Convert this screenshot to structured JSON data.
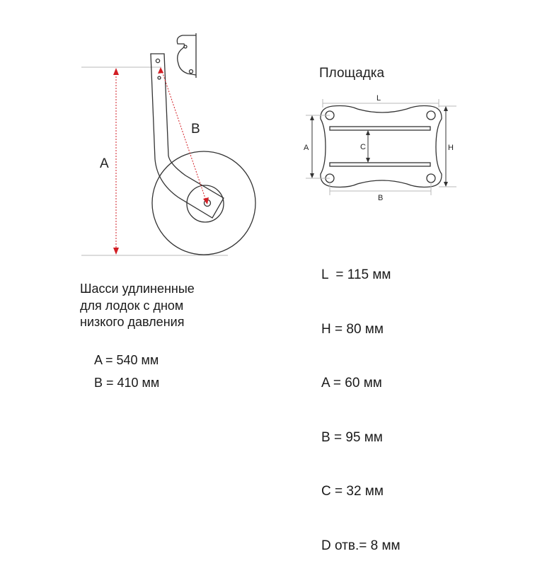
{
  "wheel_diagram": {
    "label_a": "A",
    "label_b": "B",
    "description_lines": [
      "Шасси удлиненные",
      "для лодок с дном",
      "низкого давления"
    ],
    "values": [
      "A = 540 мм",
      "B = 410 мм"
    ]
  },
  "platform_diagram": {
    "title": "Площадка",
    "label_l": "L",
    "label_h": "H",
    "label_a": "A",
    "label_b": "B",
    "label_c": "C",
    "specs": [
      "L  = 115 мм",
      "H = 80 мм",
      "A = 60 мм",
      "B = 95 мм",
      "C = 32 мм",
      "D отв.= 8 мм"
    ]
  },
  "colors": {
    "outline": "#333333",
    "dimension": "#b9b9b9",
    "arrow": "#d21e24",
    "text": "#222222"
  }
}
